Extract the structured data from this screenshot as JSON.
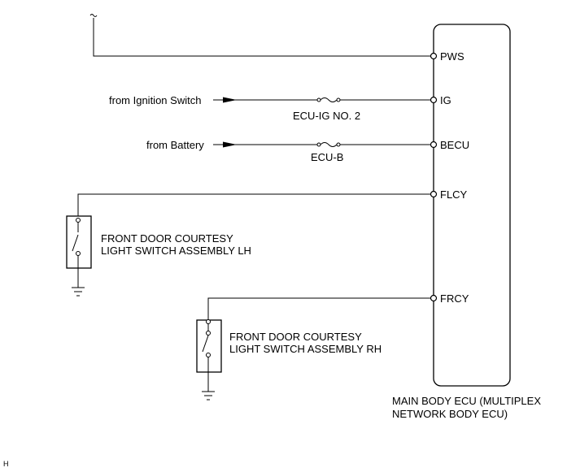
{
  "ecu": {
    "label_line1": "MAIN BODY ECU (MULTIPLEX",
    "label_line2": "NETWORK BODY ECU)",
    "pins": [
      "PWS",
      "IG",
      "BECU",
      "FLCY",
      "FRCY"
    ]
  },
  "sources": {
    "ignition": "from Ignition Switch",
    "battery": "from Battery"
  },
  "fuses": {
    "ig": "ECU-IG NO. 2",
    "b": "ECU-B"
  },
  "switches": {
    "lh_line1": "FRONT DOOR COURTESY",
    "lh_line2": "LIGHT SWITCH ASSEMBLY LH",
    "rh_line1": "FRONT DOOR COURTESY",
    "rh_line2": "LIGHT SWITCH ASSEMBLY RH"
  },
  "footer": {
    "code": "H"
  },
  "icons": [
    "continuation-tilde-icon",
    "arrow-right-icon",
    "fuse-icon",
    "switch-icon",
    "ground-icon"
  ]
}
